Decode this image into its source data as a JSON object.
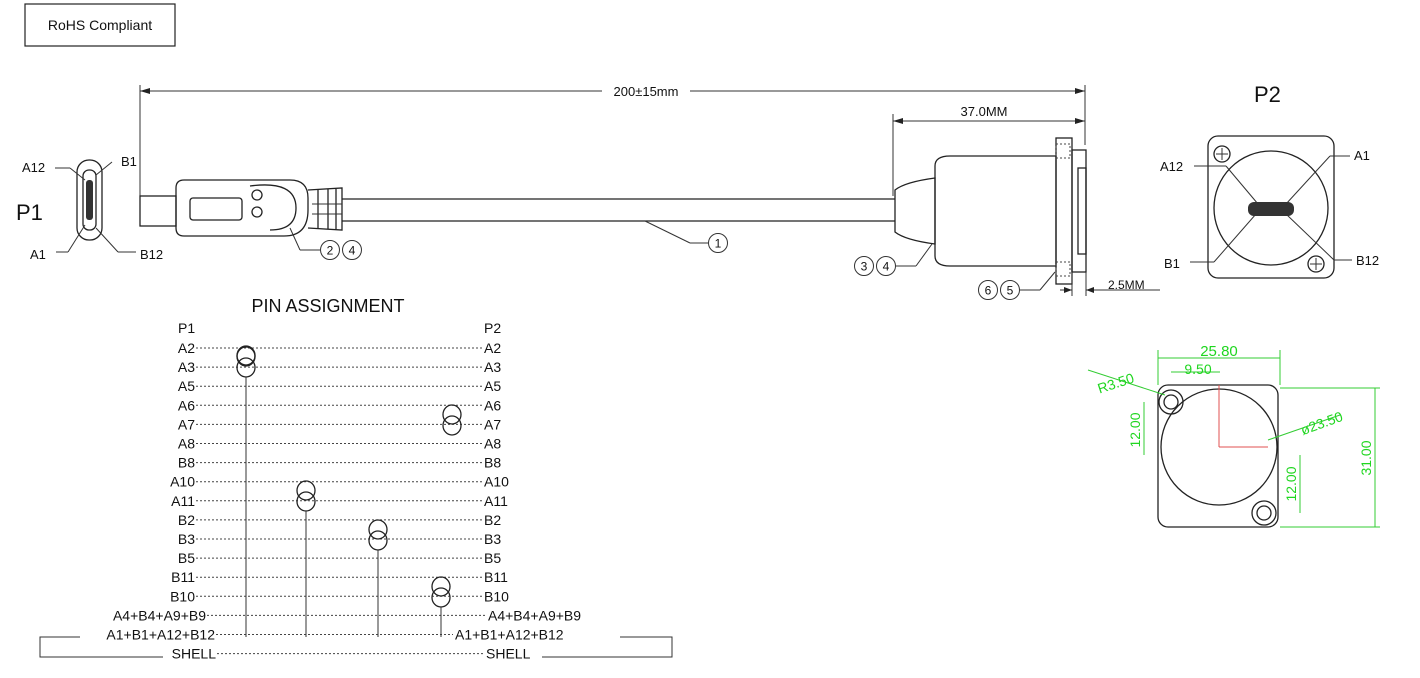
{
  "badge": "RoHS Compliant",
  "dims": {
    "length": "200±15mm",
    "panel_depth": "37.0MM",
    "flange": "2.5MM"
  },
  "p1": {
    "title": "P1",
    "pins": [
      "A12",
      "B1",
      "A1",
      "B12"
    ]
  },
  "p2": {
    "title": "P2",
    "pins": [
      "A12",
      "A1",
      "B1",
      "B12"
    ]
  },
  "callouts": [
    "1",
    "2",
    "4",
    "3",
    "4",
    "6",
    "5"
  ],
  "pin_table": {
    "title": "PIN ASSIGNMENT",
    "left_head": "P1",
    "right_head": "P2",
    "rows": [
      {
        "l": "A2",
        "r": "A2"
      },
      {
        "l": "A3",
        "r": "A3"
      },
      {
        "l": "A5",
        "r": "A5"
      },
      {
        "l": "A6",
        "r": "A6"
      },
      {
        "l": "A7",
        "r": "A7"
      },
      {
        "l": "A8",
        "r": "A8"
      },
      {
        "l": "B8",
        "r": "B8"
      },
      {
        "l": "A10",
        "r": "A10"
      },
      {
        "l": "A11",
        "r": "A11"
      },
      {
        "l": "B2",
        "r": "B2"
      },
      {
        "l": "B3",
        "r": "B3"
      },
      {
        "l": "B5",
        "r": "B5"
      },
      {
        "l": "B11",
        "r": "B11"
      },
      {
        "l": "B10",
        "r": "B10"
      },
      {
        "l": "A4+B4+A9+B9",
        "r": "A4+B4+A9+B9"
      },
      {
        "l": "A1+B1+A12+B12",
        "r": "A1+B1+A12+B12"
      },
      {
        "l": "SHELL",
        "r": "SHELL"
      }
    ]
  },
  "mount": {
    "width": "25.80",
    "hole_offset": "9.50",
    "radius": "R3.50",
    "hole_v_left": "12.00",
    "bore": "ø23.50",
    "hole_v_right": "12.00",
    "height": "31.00"
  },
  "colors": {
    "dimension_green": "#1fd61f",
    "line": "#222222"
  }
}
